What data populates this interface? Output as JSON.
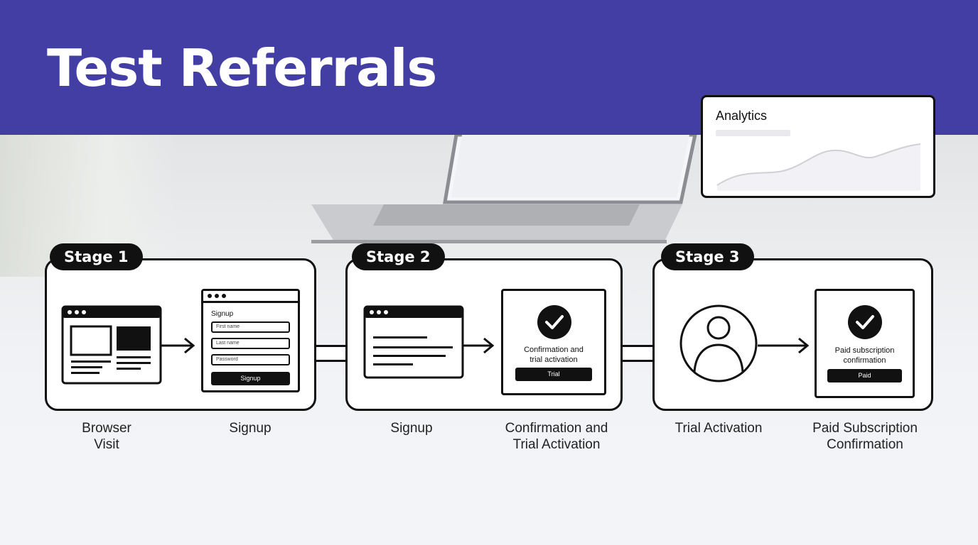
{
  "header": {
    "title": "Test Referrals"
  },
  "analytics": {
    "title": "Analytics"
  },
  "stages": [
    {
      "label": "Stage 1"
    },
    {
      "label": "Stage 2"
    },
    {
      "label": "Stage 3"
    }
  ],
  "signup_form": {
    "title": "Signup",
    "first_name_placeholder": "First name",
    "last_name_placeholder": "Last name",
    "password_placeholder": "Password",
    "button": "Signup"
  },
  "confirmation_card": {
    "text": "Confirmation and\ntrial activation",
    "button": "Trial"
  },
  "paid_card": {
    "text": "Paid subscription\nconfirmation",
    "button": "Paid"
  },
  "captions": [
    "Browser\nVisit",
    "Signup",
    "Signup",
    "Confirmation and\nTrial Activation",
    "Trial Activation",
    "Paid Subscription\nConfirmation"
  ]
}
